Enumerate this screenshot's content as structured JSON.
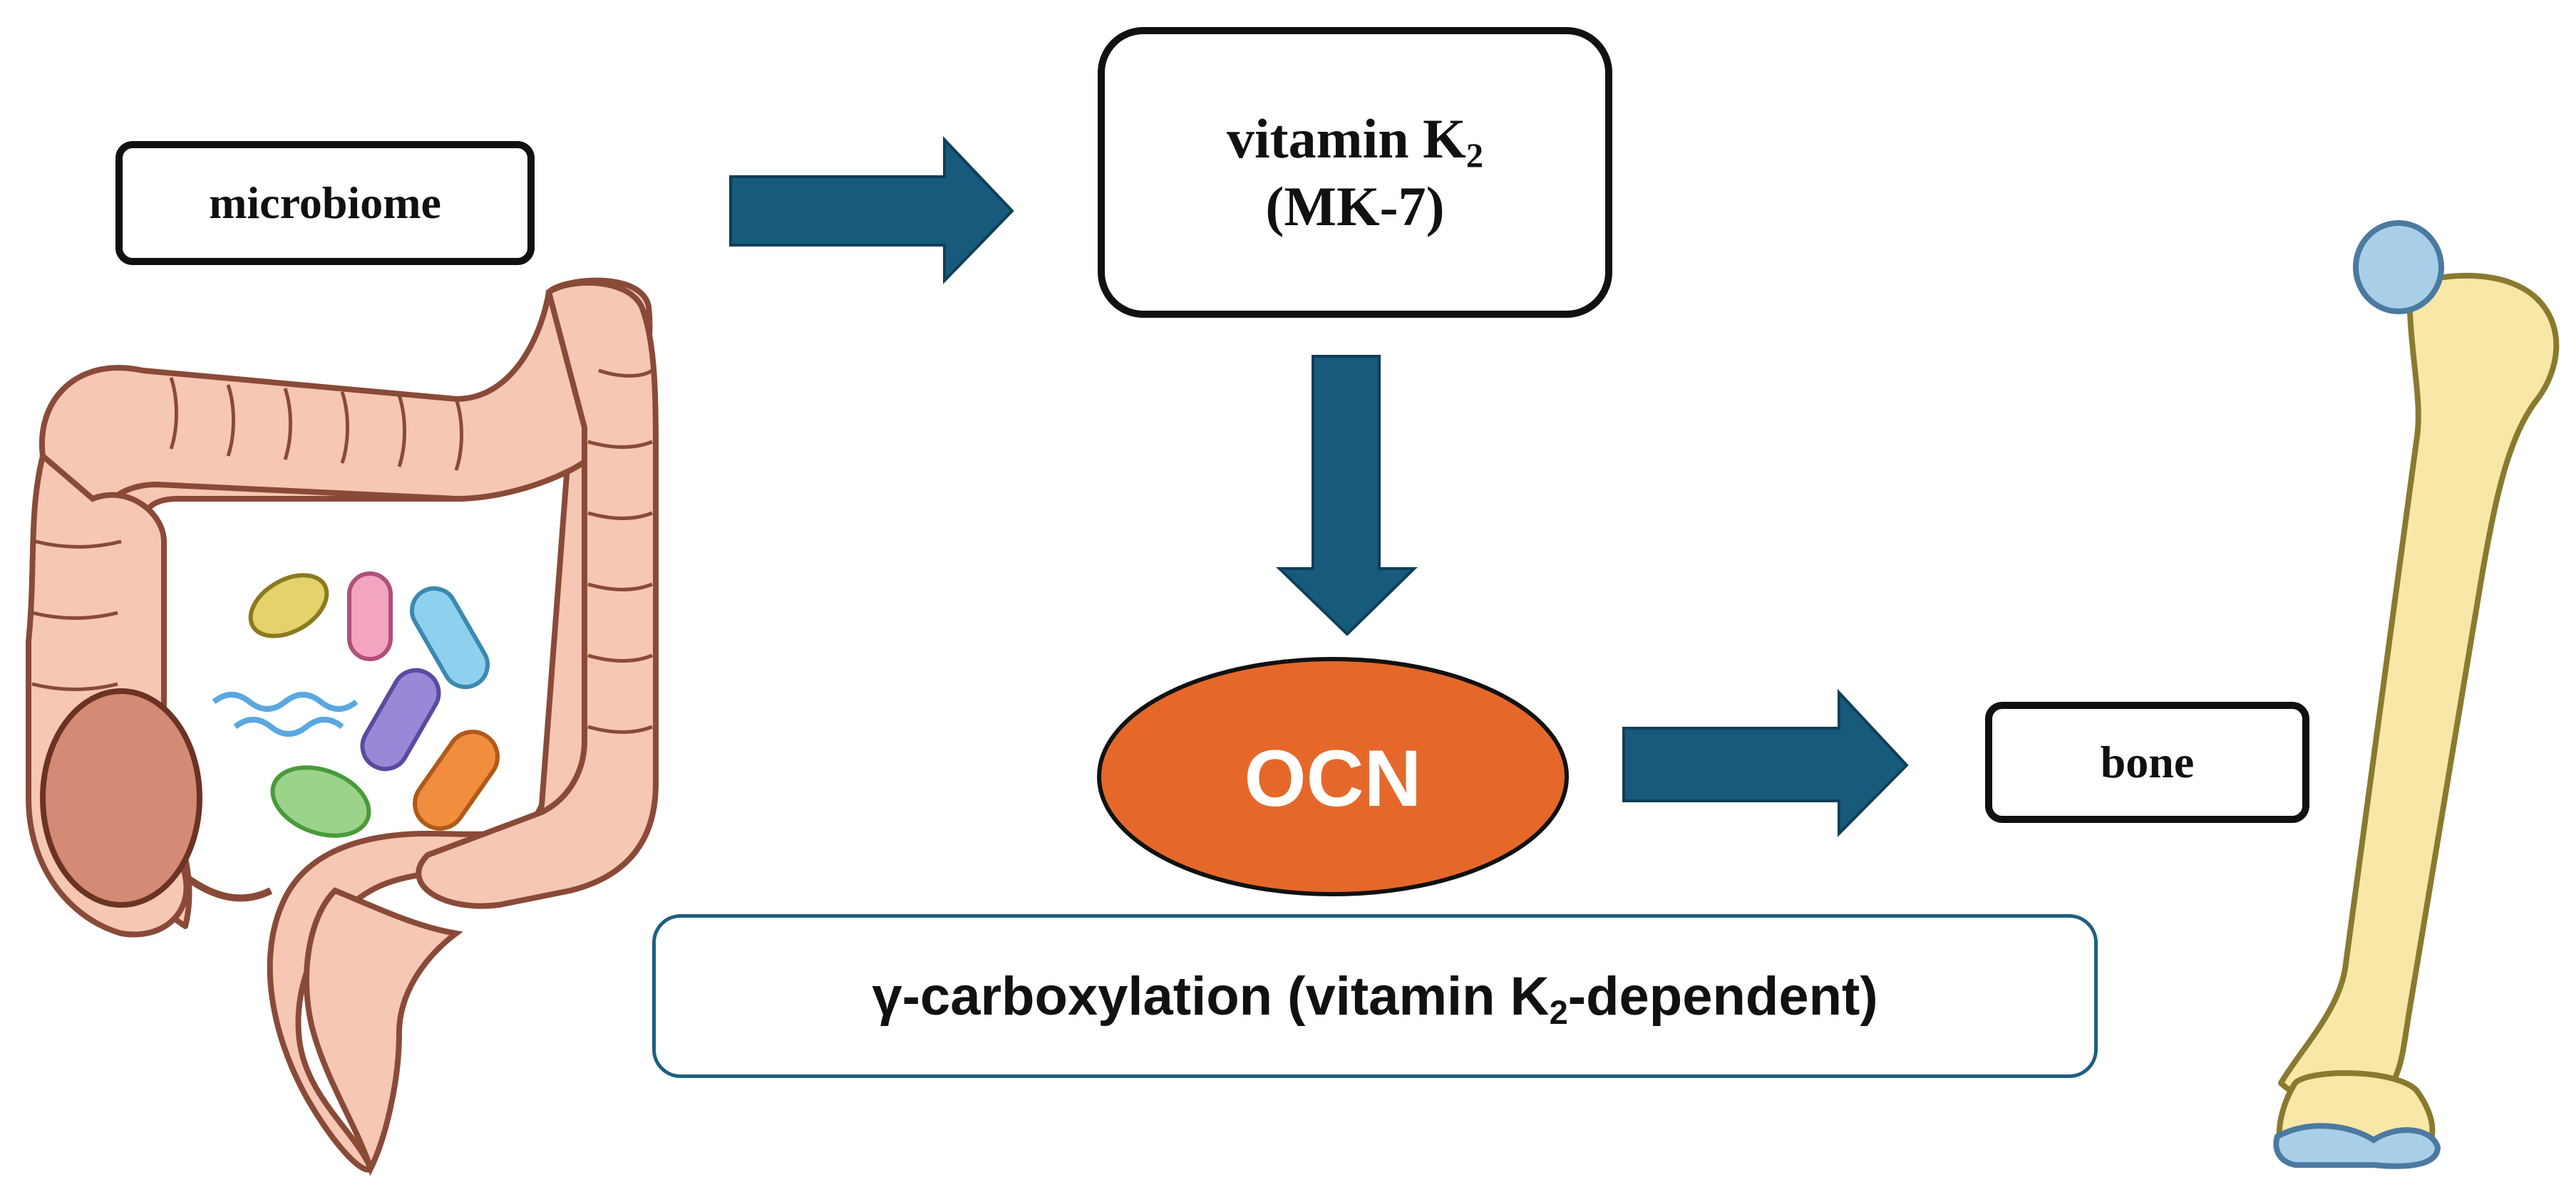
{
  "nodes": {
    "microbiome": "microbiome",
    "vitamin_line1": "vitamin K",
    "vitamin_sub": "2",
    "vitamin_line2": "(MK-7)",
    "ocn": "OCN",
    "bone": "bone",
    "gamma_prefix": "γ-carboxylation (vitamin K",
    "gamma_sub": "2",
    "gamma_suffix": "-dependent)"
  },
  "colors": {
    "arrow": "#175a7c",
    "ocn_fill": "#e5682a",
    "gamma_border": "#1e5f80",
    "colon_fill": "#f6c7b4",
    "bone_fill": "#f8e8a8",
    "bone_cartilage": "#a9cfe8"
  },
  "icons": {
    "left_illustration": "colon-with-bacteria-icon",
    "right_illustration": "femur-bone-icon"
  }
}
